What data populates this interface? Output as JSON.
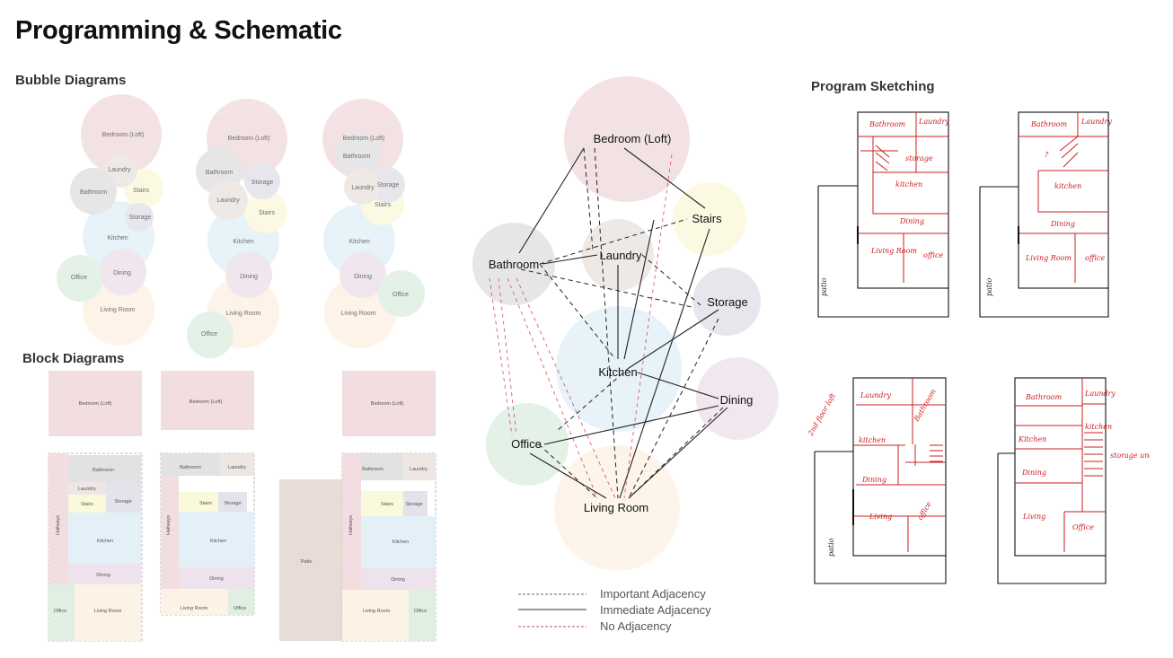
{
  "header": {
    "title": "Programming & Schematic"
  },
  "sections": {
    "bubble": "Bubble Diagrams",
    "block": "Block Diagrams",
    "sketch": "Program Sketching"
  },
  "rooms": {
    "bedroom": "Bedroom (Loft)",
    "laundry": "Laundry",
    "bathroom": "Bathroom",
    "stairs": "Stairs",
    "storage": "Storage",
    "kitchen": "Kitchen",
    "office": "Office",
    "dining": "Dining",
    "living": "Living Room",
    "hallways": "Hallways",
    "patio": "Patio"
  },
  "legend": {
    "important": "Important Adjacency",
    "immediate": "Immediate Adjacency",
    "none": "No Adjacency"
  },
  "sketch_labels": {
    "bathroom": "Bathroom",
    "laundry": "Laundry",
    "storage": "storage",
    "kitchen": "kitchen",
    "dining": "Dining",
    "living": "Living Room",
    "office": "office",
    "patio": "patio",
    "question": "?",
    "loft": "2nd floor loft",
    "bathroom2": "Bathroom",
    "living2": "Living",
    "office2": "Office",
    "storage_under": "storage under stairs",
    "kitchen2": "Kitchen"
  },
  "colors": {
    "bedroom": "#f2dde0",
    "laundry": "#ede6e2",
    "bathroom": "#e2e2e2",
    "stairs": "#fbf9dc",
    "storage": "#e4e2ea",
    "kitchen": "#e3f0f8",
    "office": "#e0efe2",
    "dining": "#eee3ec",
    "living": "#fdf2e6",
    "patio": "#e8ddd6",
    "sketch_red": "#cc1f1f"
  }
}
